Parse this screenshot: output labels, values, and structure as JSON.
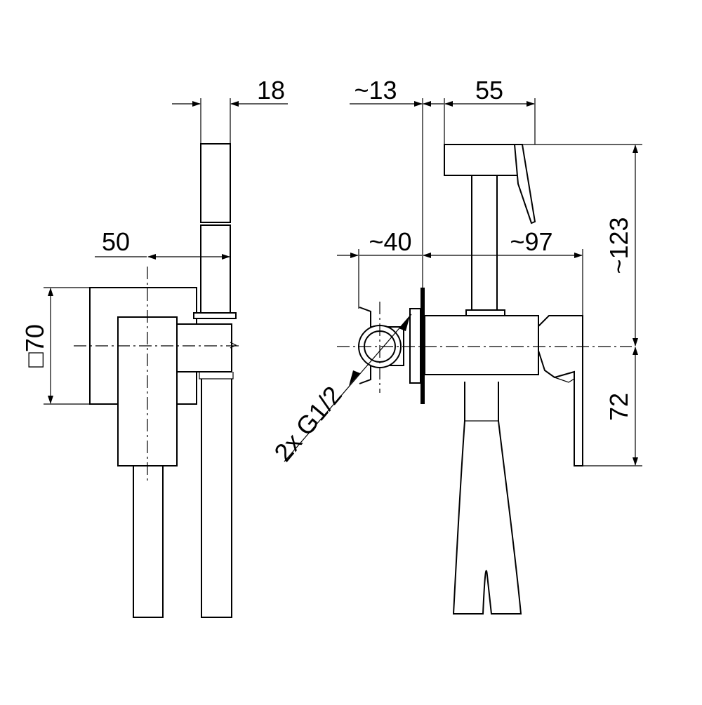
{
  "dimensions": {
    "side_thickness": "18",
    "side_depth": "50",
    "cover_size": "□70",
    "wall_gap": "~13",
    "handle_width": "55",
    "inlet_depth": "~40",
    "body_length": "~97",
    "total_height": "~123",
    "lower_height": "72"
  },
  "callouts": {
    "thread": "2x G1/2"
  }
}
